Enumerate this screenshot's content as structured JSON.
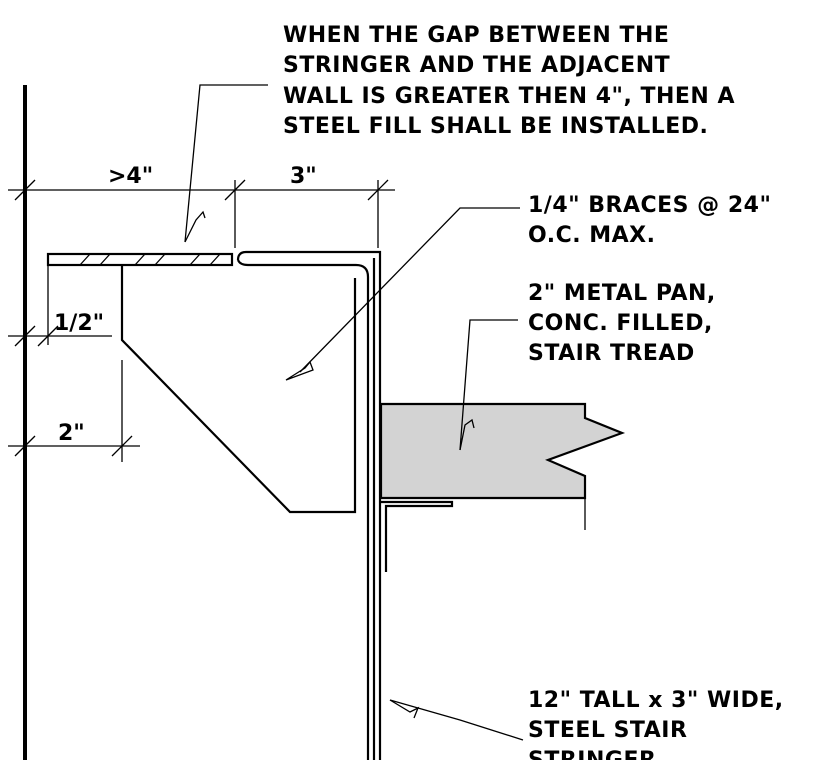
{
  "notes": {
    "gap_note": [
      "WHEN THE GAP BETWEEN THE",
      "STRINGER AND THE ADJACENT",
      "WALL IS GREATER THEN 4\", THEN A",
      "STEEL FILL SHALL BE INSTALLED."
    ],
    "braces_note": [
      "1/4\" BRACES @ 24\"",
      "O.C. MAX."
    ],
    "pan_note": [
      "2\" METAL PAN,",
      "CONC. FILLED,",
      "STAIR TREAD"
    ],
    "stringer_note": [
      "12\" TALL x 3\" WIDE,",
      "STEEL STAIR",
      "STRINGER"
    ]
  },
  "dimensions": {
    "gap": ">4\"",
    "stringer_width": "3\"",
    "plate_offset": "1/2\"",
    "brace_offset": "2\""
  },
  "colors": {
    "line": "#000000",
    "concrete_fill": "#d3d3d3",
    "background": "#ffffff"
  }
}
